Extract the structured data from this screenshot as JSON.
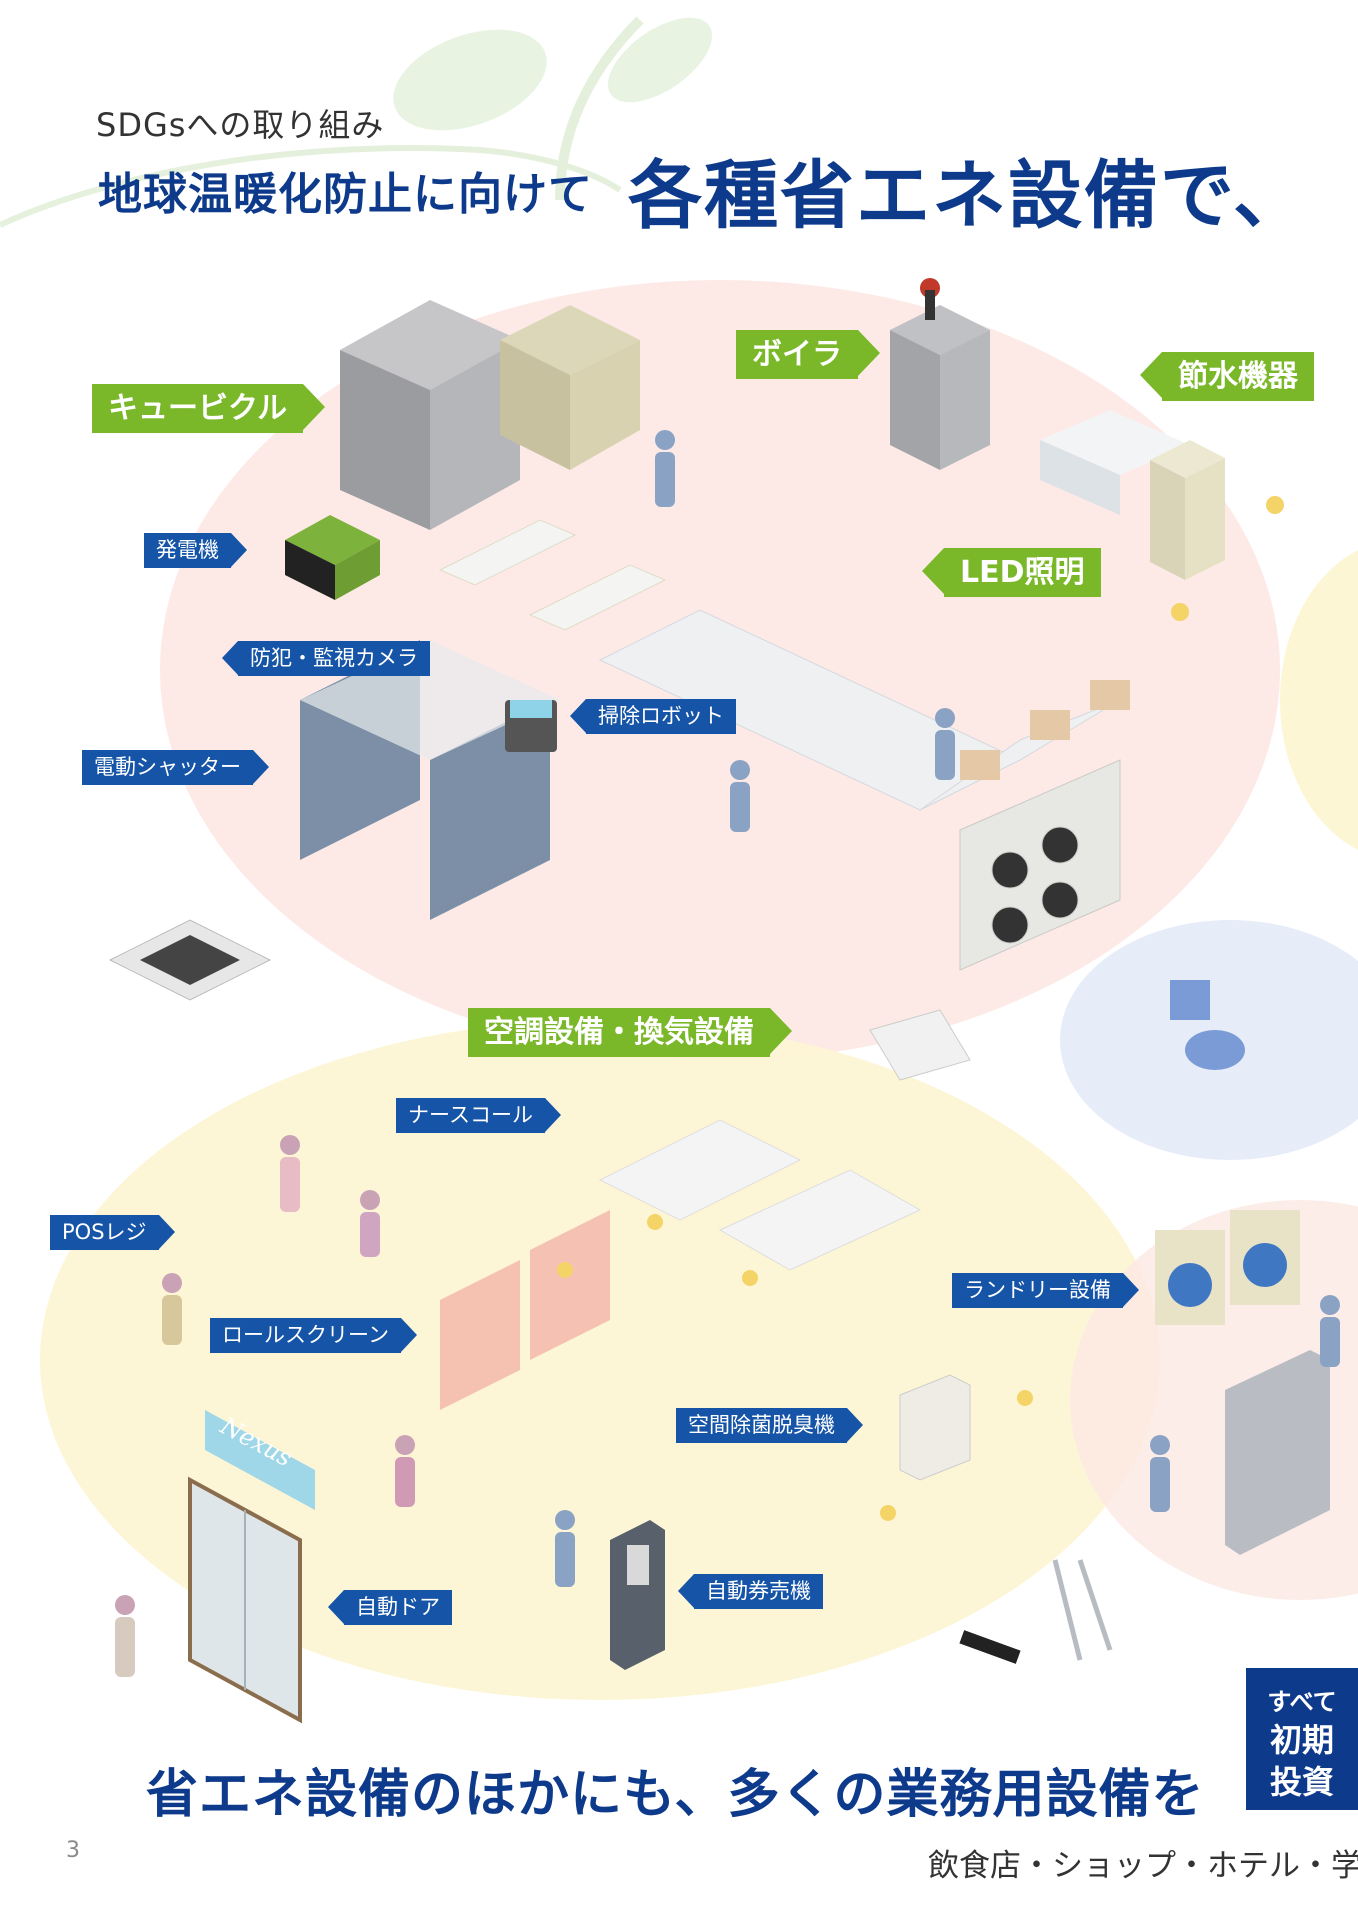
{
  "header": {
    "kicker": "SDGsへの取り組み",
    "headline_small": "地球温暖化防止に向けて",
    "headline_large": "各種省エネ設備で、"
  },
  "labels": {
    "boiler": "ボイラ",
    "water_saving": "節水機器",
    "cubicle": "キュービクル",
    "generator": "発電機",
    "led": "LED照明",
    "camera": "防犯・監視カメラ",
    "robot": "掃除ロボット",
    "shutter": "電動シャッター",
    "aircon": "空調設備・換気設備",
    "nurse_call": "ナースコール",
    "pos": "POSレジ",
    "roll_screen": "ロールスクリーン",
    "laundry": "ランドリー設備",
    "deodorizer": "空間除菌脱臭機",
    "ticket_machine": "自動券売機",
    "auto_door": "自動ドア"
  },
  "sign": {
    "text": "Nexus"
  },
  "colors": {
    "navy": "#0e3a8c",
    "green": "#7ab82a",
    "blue": "#1554a6"
  },
  "footer": {
    "headline": "省エネ設備のほかにも、多くの業務用設備を",
    "box_line1": "すべて",
    "box_line2": "初期",
    "box_line3": "投資",
    "page_number": "3",
    "sub": "飲食店・ショップ・ホテル・学"
  }
}
